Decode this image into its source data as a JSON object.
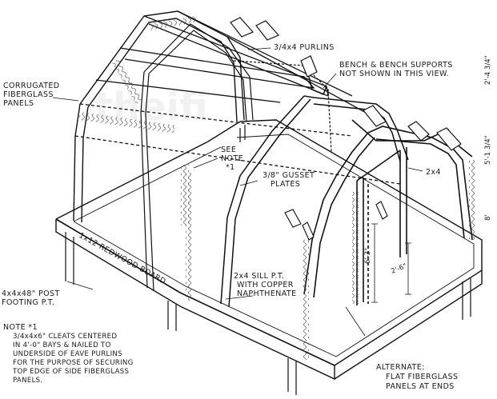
{
  "diagram": {
    "labels": {
      "corrugated": [
        "CORRUGATED",
        "FIBERGLASS",
        "PANELS"
      ],
      "purlins": "3/4x4 PURLINS",
      "bench": [
        "BENCH & BENCH SUPPORTS",
        "NOT SHOWN IN THIS VIEW."
      ],
      "see_note": [
        "SEE",
        "NOTE",
        "*1"
      ],
      "gusset": [
        "3/8\" GUSSET",
        "PLATES"
      ],
      "two_by_four": "2x4",
      "redwood": "1x12 REDWOOD BOARD",
      "post": [
        "4x4x48\" POST",
        "FOOTING P.T."
      ],
      "sill": [
        "2x4 SILL P.T.",
        "WITH COPPER",
        "NAPHTHENATE"
      ],
      "note": [
        "NOTE *1",
        "3/4x4x6\" CLEATS CENTERED",
        "IN 4'-0\" BAYS & NAILED TO",
        "UNDERSIDE OF EAVE PURLINS",
        "FOR THE PURPOSE OF SECURING",
        "TOP EDGE OF SIDE FIBERGLASS",
        "PANELS."
      ],
      "alternate": [
        "ALTERNATE:",
        "FLAT FIBERGLASS",
        "PANELS AT ENDS"
      ]
    },
    "dimensions": {
      "d_6_3": "6'-3\"",
      "d_2_6": "2'-6\"",
      "right_top": "2'-4 3/4\"",
      "right_mid": "5'-1 3/4\"",
      "right_bot": "8'"
    },
    "watermark": "theifi"
  }
}
